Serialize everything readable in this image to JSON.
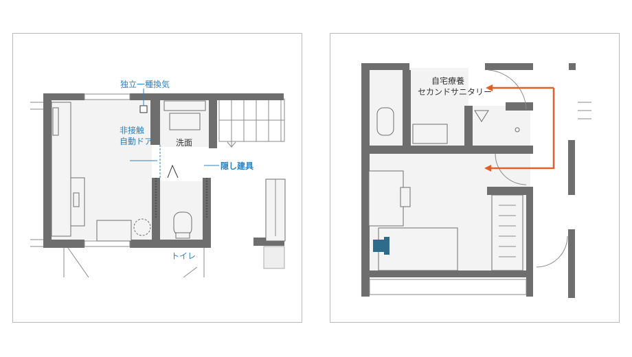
{
  "left_plan": {
    "labels": {
      "ventilation": "独立一種換気",
      "touchless_door_line1": "非接触",
      "touchless_door_line2": "自動ドア",
      "washroom": "洗面",
      "hidden_fittings": "隠し建具",
      "toilet": "トイレ"
    }
  },
  "right_plan": {
    "labels": {
      "home_care_line1": "自宅療養",
      "home_care_line2": "セカンドサニタリー"
    },
    "arrow_color": "#e0602a"
  },
  "colors": {
    "wall": "#6e6e6e",
    "label_blue": "#2f7fbf",
    "label_dark": "#333333",
    "bed_icon": "#2f6b8a"
  }
}
